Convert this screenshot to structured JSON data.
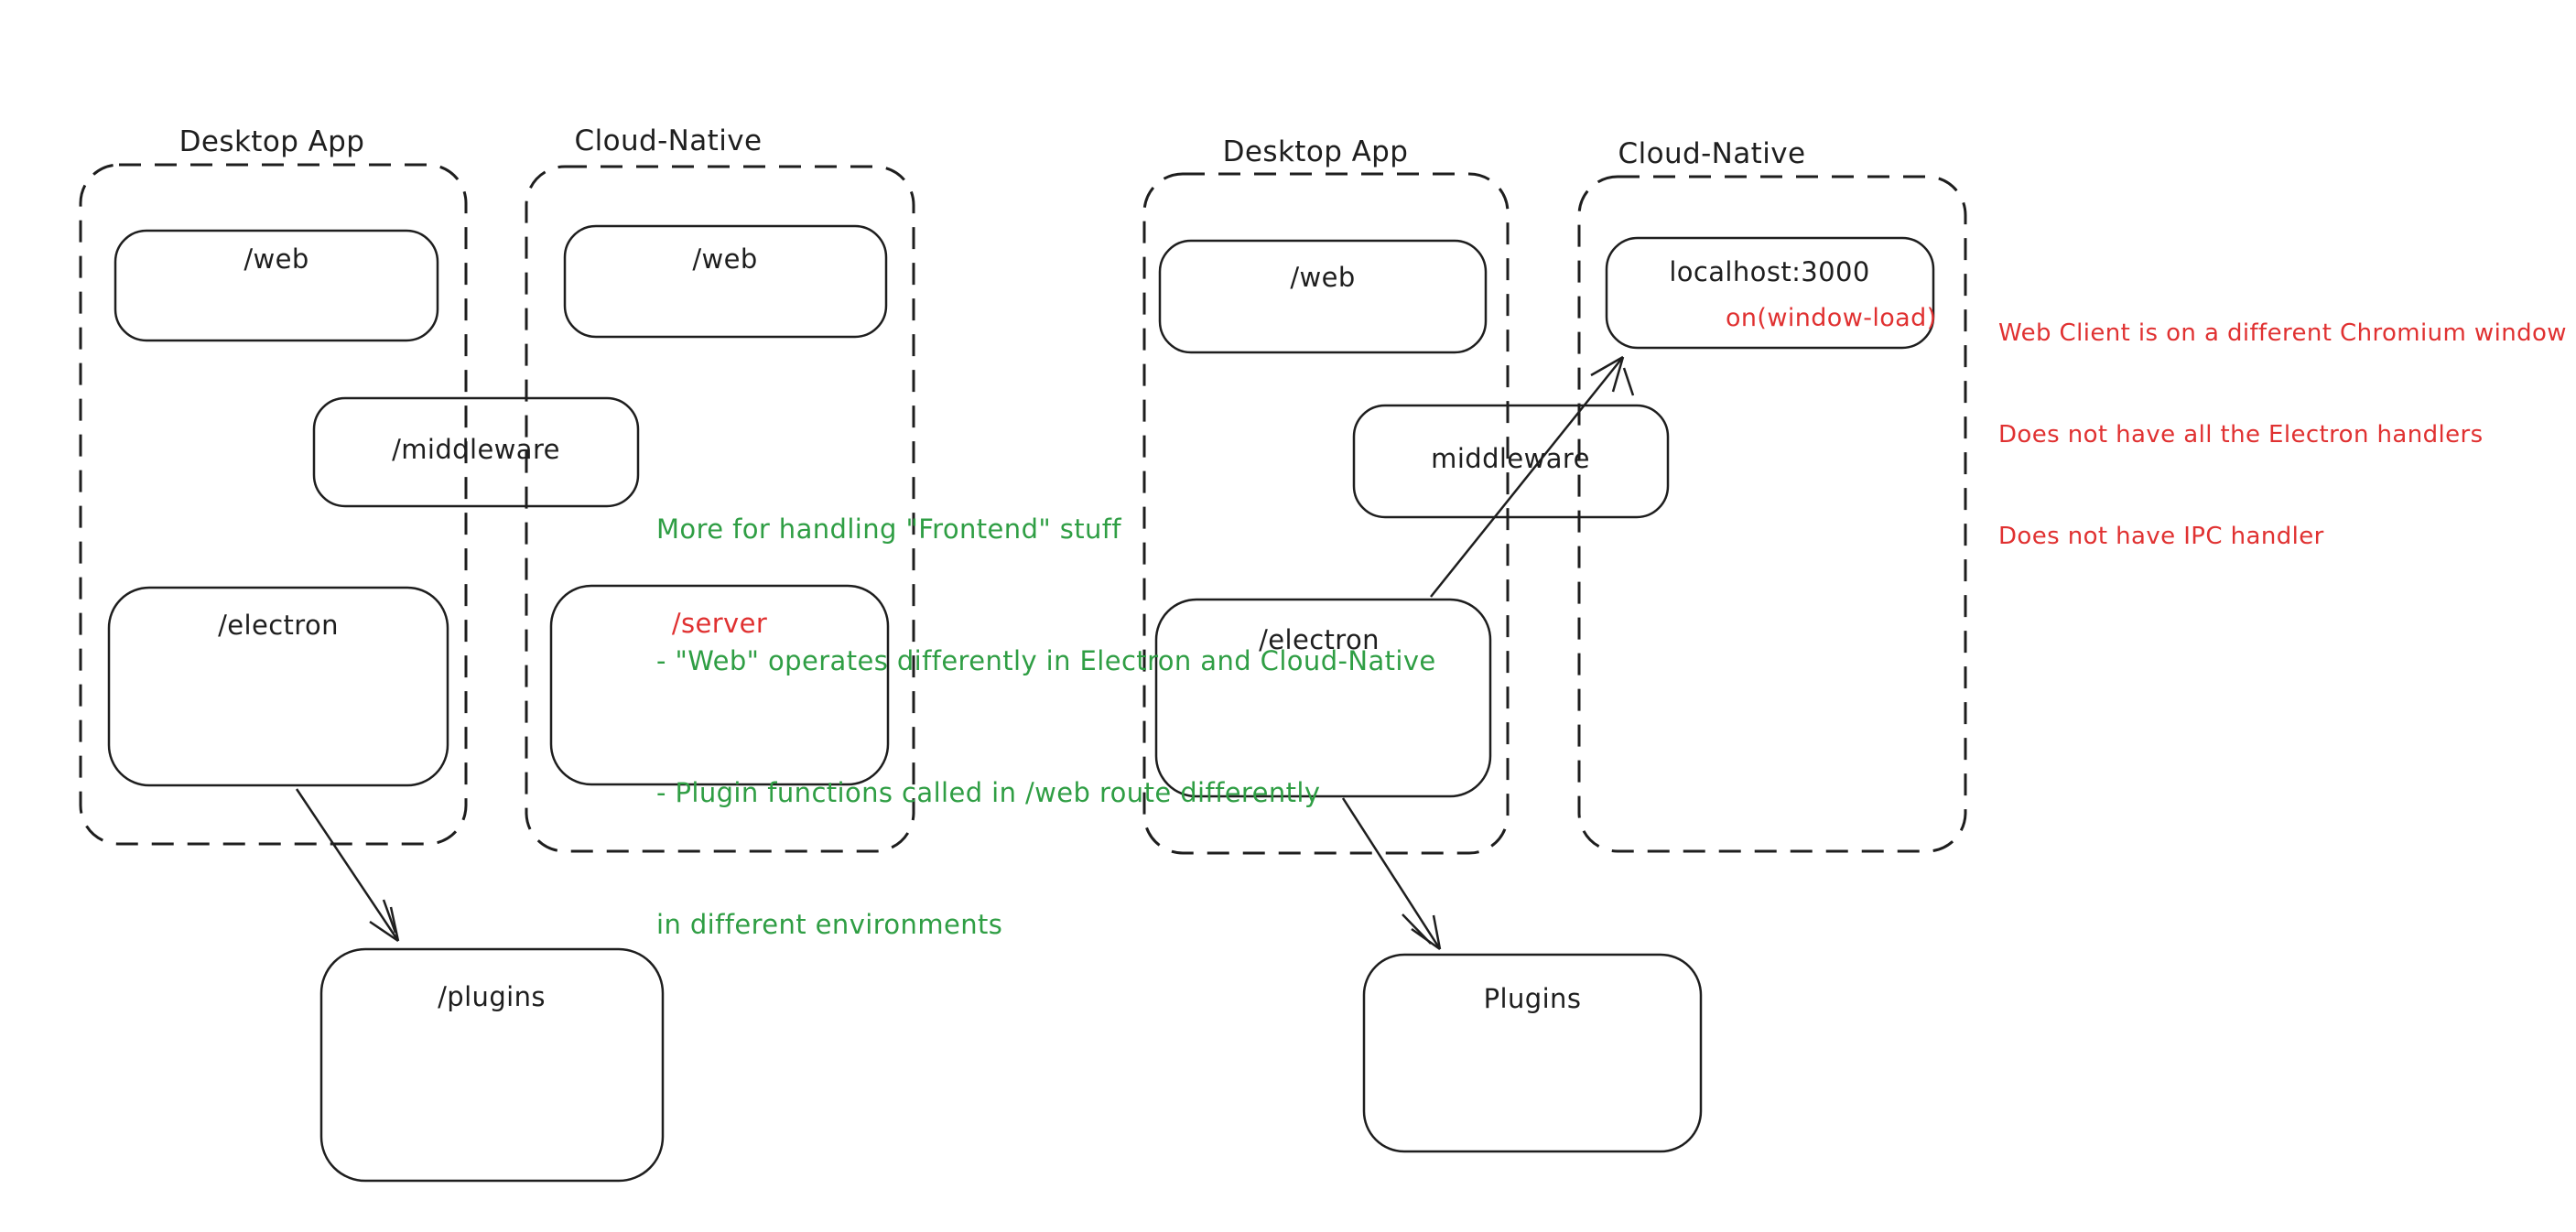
{
  "diagram_title": "Desktop vs Cloud-Native route architecture sketch",
  "colors": {
    "ink": "#1e1e1e",
    "green": "#2f9e44",
    "red": "#e03131",
    "background": "#ffffff"
  },
  "left_diagram": {
    "desktop_container": {
      "label": "Desktop App"
    },
    "cloud_container": {
      "label": "Cloud-Native"
    },
    "boxes": {
      "web_desktop": "/web",
      "web_cloud": "/web",
      "middleware": "/middleware",
      "electron": "/electron",
      "server": "/server",
      "plugins": "/plugins"
    },
    "arrows": [
      {
        "from": "electron",
        "to": "plugins"
      }
    ]
  },
  "right_diagram": {
    "desktop_container": {
      "label": "Desktop App"
    },
    "cloud_container": {
      "label": "Cloud-Native"
    },
    "boxes": {
      "web_desktop": "/web",
      "localhost": "localhost:3000",
      "on_window_load": "on(window-load)",
      "middleware": "middleware",
      "electron": "/electron",
      "plugins": "Plugins"
    },
    "arrows": [
      {
        "from": "electron",
        "to": "localhost"
      },
      {
        "from": "electron",
        "to": "plugins"
      }
    ]
  },
  "green_note": {
    "lines": [
      "More for handling \"Frontend\" stuff",
      "- \"Web\" operates differently in Electron and Cloud-Native",
      "- Plugin functions called in /web route differently",
      "in different environments"
    ]
  },
  "red_note": {
    "lines": [
      "Web Client is on a different Chromium window",
      "Does not have all the Electron handlers",
      "Does not have IPC handler"
    ]
  }
}
